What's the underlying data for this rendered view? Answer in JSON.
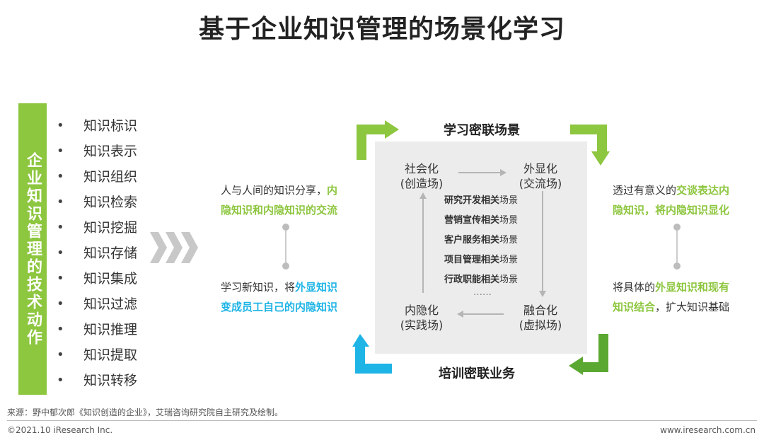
{
  "title": "基于企业知识管理的场景化学习",
  "sidebar": {
    "label": "企业知识管理的技术动作",
    "items": [
      "知识标识",
      "知识表示",
      "知识组织",
      "知识检索",
      "知识挖掘",
      "知识存储",
      "知识集成",
      "知识过滤",
      "知识推理",
      "知识提取",
      "知识转移"
    ],
    "bullet": "•"
  },
  "left": {
    "top_plain": "人与人间的知识分享，",
    "top_highlight_1": "内",
    "top_highlight_2": "隐知识和内隐知识的交流",
    "bottom_plain": "学习新知识，将",
    "bottom_highlight_1": "外显知识",
    "bottom_highlight_2": "变成员工自己的内隐知识"
  },
  "right": {
    "top_plain": "透过有意义的",
    "top_highlight_1": "交谈表达内",
    "top_highlight_2": "隐知识，将内隐知识显化",
    "bottom_plain_1": "将具体的",
    "bottom_highlight_1": "外显知识和现有",
    "bottom_highlight_2": "知识结合",
    "bottom_plain_2": "，扩大知识基础"
  },
  "cycle": {
    "top_label": "学习密联场景",
    "bottom_label": "培训密联业务",
    "tl": {
      "name": "社会化",
      "sub": "(创造场)"
    },
    "tr": {
      "name": "外显化",
      "sub": "(交流场)"
    },
    "bl": {
      "name": "内隐化",
      "sub": "(实践场)"
    },
    "br": {
      "name": "融合化",
      "sub": "(虚拟场)"
    },
    "scenes": [
      {
        "bold": "研究开发相关",
        "plain": "场景"
      },
      {
        "bold": "营销宣传相关",
        "plain": "场景"
      },
      {
        "bold": "客户服务相关",
        "plain": "场景"
      },
      {
        "bold": "项目管理相关",
        "plain": "场景"
      },
      {
        "bold": "行政职能相关",
        "plain": "场景"
      }
    ],
    "ellipsis": "……"
  },
  "colors": {
    "green": "#8dc63f",
    "blue": "#1eb4e6",
    "dark_green": "#5aa832",
    "gray_box": "#ececec"
  },
  "footer": {
    "source": "来源：野中郁次郎《知识创造的企业》，艾瑞咨询研究院自主研究及绘制。",
    "copyright": "©2021.10 iResearch Inc.",
    "website": "www.iresearch.com.cn"
  }
}
